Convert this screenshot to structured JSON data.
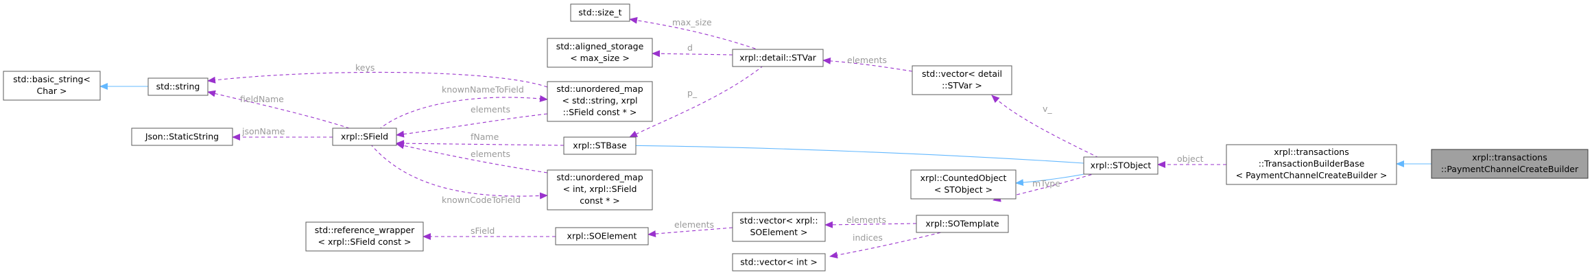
{
  "nodes": {
    "std_basic_string": [
      "std::basic_string<",
      "Char >"
    ],
    "std_string": [
      "std::string"
    ],
    "json_staticstring": [
      "Json::StaticString"
    ],
    "xrpl_sfield": [
      "xrpl::SField"
    ],
    "std_reference_wrapper": [
      "std::reference_wrapper",
      "< xrpl::SField const >"
    ],
    "std_size_t": [
      "std::size_t"
    ],
    "std_aligned_storage": [
      "std::aligned_storage",
      "< max_size >"
    ],
    "umap_string": [
      "std::unordered_map",
      "< std::string, xrpl",
      "::SField const * >"
    ],
    "xrpl_stbase": [
      "xrpl::STBase"
    ],
    "umap_int": [
      "std::unordered_map",
      "< int, xrpl::SField",
      "const * >"
    ],
    "xrpl_soelement": [
      "xrpl::SOElement"
    ],
    "xrpl_stvar": [
      "xrpl::detail::STVar"
    ],
    "vector_soelement": [
      "std::vector< xrpl::",
      "SOElement >"
    ],
    "vector_int": [
      "std::vector< int >"
    ],
    "vector_stvar": [
      "std::vector< detail",
      "::STVar >"
    ],
    "counted_object": [
      "xrpl::CountedObject",
      "< STObject >"
    ],
    "xrpl_sotemplate": [
      "xrpl::SOTemplate"
    ],
    "xrpl_stobject": [
      "xrpl::STObject"
    ],
    "tx_builder_base": [
      "xrpl::transactions",
      "::TransactionBuilderBase",
      "< PaymentChannelCreateBuilder >"
    ],
    "payment_channel_builder": [
      "xrpl::transactions",
      "::PaymentChannelCreateBuilder"
    ]
  },
  "edge_labels": {
    "keys": "keys",
    "fieldName": "fieldName",
    "jsonName": "jsonName",
    "knownNameToField": "knownNameToField",
    "elements_sfield_umap": "elements",
    "fName": "fName",
    "elements_sfield_umapint": "elements",
    "knownCodeToField": "knownCodeToField",
    "sField": "sField",
    "max_size": "max_size",
    "d": "d",
    "p": "p_",
    "elements_stvar": "elements",
    "v": "v_",
    "object": "object",
    "mType": "mType",
    "elements_soelement": "elements",
    "elements_sotemplate": "elements",
    "indices": "indices"
  },
  "colors": {
    "inheritance_edge": "#63b8ff",
    "usage_edge": "#9a32cd",
    "label_text": "#9a9a9a",
    "highlight_node": "#a0a0a0"
  }
}
